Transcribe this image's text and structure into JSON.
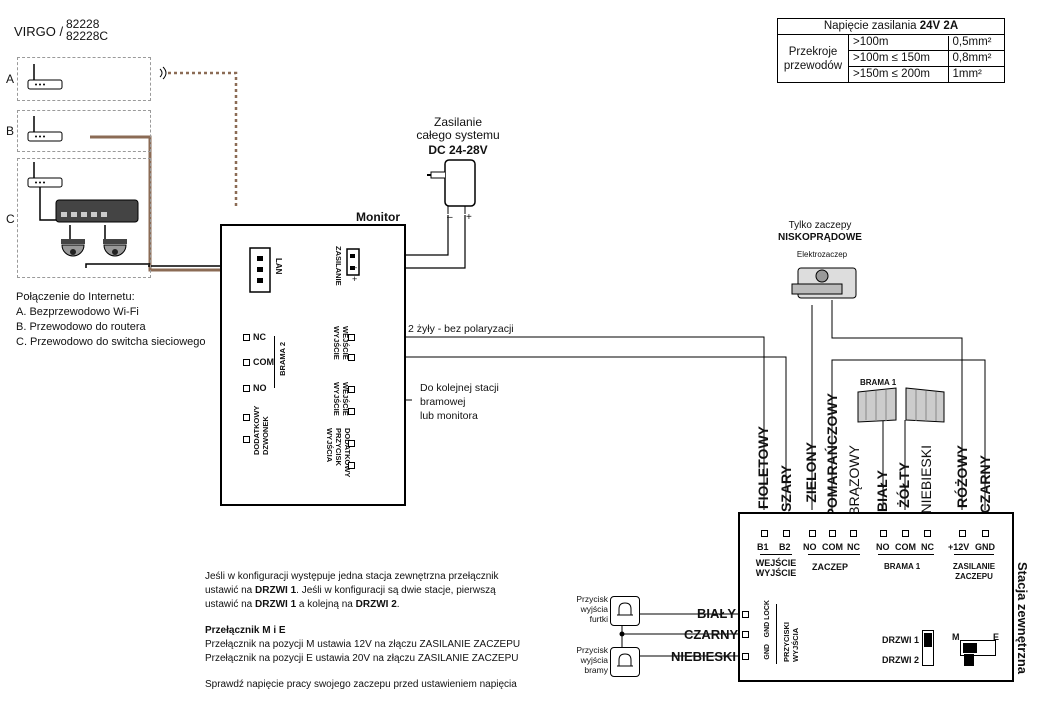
{
  "header": {
    "model_prefix": "VIRGO /",
    "model_1": "82228",
    "model_2": "82228C"
  },
  "spec_table": {
    "title_text": "Napięcie zasilania",
    "title_value": "24V 2A",
    "row_label": "Przekroje przewodów",
    "rows": [
      {
        "distance": ">100m",
        "section": "0,5mm²"
      },
      {
        "distance": ">100m ≤ 150m",
        "section": "0,8mm²"
      },
      {
        "distance": ">150m ≤ 200m",
        "section": "1mm²"
      }
    ]
  },
  "connection_options": {
    "labels": [
      "A",
      "B",
      "C"
    ],
    "title": "Połączenie do Internetu:",
    "items": [
      "A. Bezprzewodowo Wi-Fi",
      "B. Przewodowo do routera",
      "C. Przewodowo do switcha sieciowego"
    ]
  },
  "power_supply": {
    "line1": "Zasilanie",
    "line2": "całego systemu",
    "voltage": "DC 24-28V",
    "minus": "–",
    "plus": "+"
  },
  "monitor": {
    "title": "Monitor",
    "lan": "LAN",
    "zasilanie": "ZASILANIE",
    "minus": "–",
    "plus": "+",
    "brama2": {
      "label": "BRAMA 2",
      "pins": [
        "NC",
        "COM",
        "NO"
      ]
    },
    "dzwonek": "DODATKOWY DZWONEK",
    "wejscie_wyjscie_1": "WEJŚCIE WYJŚCIE",
    "wejscie_wyjscie_2": "WEJŚCIE WYJŚCIE",
    "przycisk_wyjscia": "DODATKOWY PRZYCISK WYJŚCIA",
    "wire_note": "2 żyły - bez polaryzacji",
    "next_station": [
      "Do kolejnej stacji",
      "bramowej",
      "lub monitora"
    ]
  },
  "lock": {
    "title_line1": "Tylko zaczepy",
    "title_line2": "NISKOPRĄDOWE",
    "name": "Elektrozaczep"
  },
  "gate": {
    "label": "BRAMA 1"
  },
  "wires": [
    "FIOLETOWY",
    "SZARY",
    "ZIELONY",
    "POMARAŃCZOWY",
    "BRĄZOWY",
    "BIAŁY",
    "ŻÓŁTY",
    "NIEBIESKI",
    "RÓŻOWY",
    "CZARNY"
  ],
  "station": {
    "title": "Stacja zewnętrzna",
    "pins": [
      "B1",
      "B2",
      "NO",
      "COM",
      "NC",
      "NO",
      "COM",
      "NC",
      "+12V",
      "GND"
    ],
    "group_wejscie": "WEJŚCIE WYJŚCIE",
    "group_zaczep": "ZACZEP",
    "group_brama": "BRAMA 1",
    "group_zasilanie": "ZASILANIE ZACZEPU",
    "side_pins": [
      "GND LOCK",
      "GND"
    ],
    "przyciski": "PRZYCISKI WYJŚCIA",
    "drzwi1": "DRZWI 1",
    "drzwi2": "DRZWI 2",
    "switch_m": "M",
    "switch_e": "E"
  },
  "buttons": {
    "furtki": "Przycisk wyjścia furtki",
    "bramy": "Przycisk wyjścia bramy",
    "wire_bialy": "BIAŁY",
    "wire_czarny": "CZARNY",
    "wire_niebieski": "NIEBIESKI"
  },
  "notes": {
    "p1_a": "Jeśli w konfiguracji występuje jedna stacja zewnętrzna przełącznik",
    "p1_b": "ustawić na ",
    "p1_b_bold": "DRZWI 1",
    "p1_c": ". Jeśli w konfiguracji są dwie stacje, pierwszą",
    "p1_d": "ustawić na ",
    "p1_d_bold1": "DRZWI 1",
    "p1_d_mid": " a kolejną na ",
    "p1_d_bold2": "DRZWI 2",
    "p1_d_end": ".",
    "p2_title": "Przełącznik M i E",
    "p2_a": "Przełącznik na pozycji M ustawia 12V na złączu ZASILANIE ZACZEPU",
    "p2_b": "Przełącznik na pozycji E ustawia 20V na złączu ZASILANIE ZACZEPU",
    "p3": "Sprawdź napięcie pracy swojego zaczepu przed ustawieniem napięcia"
  }
}
